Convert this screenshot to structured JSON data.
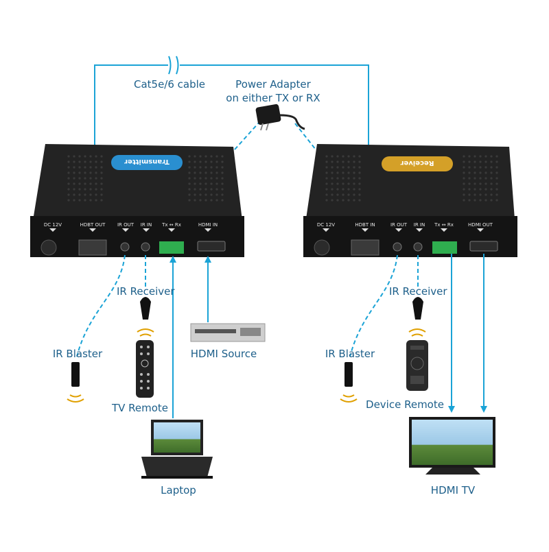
{
  "colors": {
    "link": "#1aa3d6",
    "label": "#1d5f8a",
    "device_body": "#1b1b1b",
    "transmitter_badge": "#2a8fd0",
    "receiver_badge": "#d4a028",
    "terminal_green": "#2fae4f"
  },
  "labels": {
    "cable": "Cat5e/6 cable",
    "power_adapter_line1": "Power Adapter",
    "power_adapter_line2": "on either TX or RX",
    "tx_ir_receiver": "IR Receiver",
    "tx_ir_blaster": "IR Blaster",
    "tx_remote": "TV Remote",
    "hdmi_source": "HDMI Source",
    "laptop": "Laptop",
    "rx_ir_receiver": "IR Receiver",
    "rx_ir_blaster": "IR Blaster",
    "rx_remote": "Device Remote",
    "hdmi_tv": "HDMI TV"
  },
  "transmitter": {
    "badge": "Transmitter",
    "ports": [
      "DC 12V",
      "HDBT OUT",
      "IR OUT",
      "IR IN",
      "Tx ↔ Rx",
      "HDMI IN"
    ]
  },
  "receiver": {
    "badge": "Receiver",
    "ports": [
      "DC 12V",
      "HDBT IN",
      "IR OUT",
      "IR IN",
      "Tx ↔ Rx",
      "HDMI OUT"
    ]
  },
  "icons": [
    "transmitter-box",
    "receiver-box",
    "power-adapter-icon",
    "ir-receiver-icon",
    "ir-blaster-icon",
    "tv-remote-icon",
    "hdmi-source-icon",
    "laptop-icon",
    "device-remote-icon",
    "hdmi-tv-icon"
  ]
}
